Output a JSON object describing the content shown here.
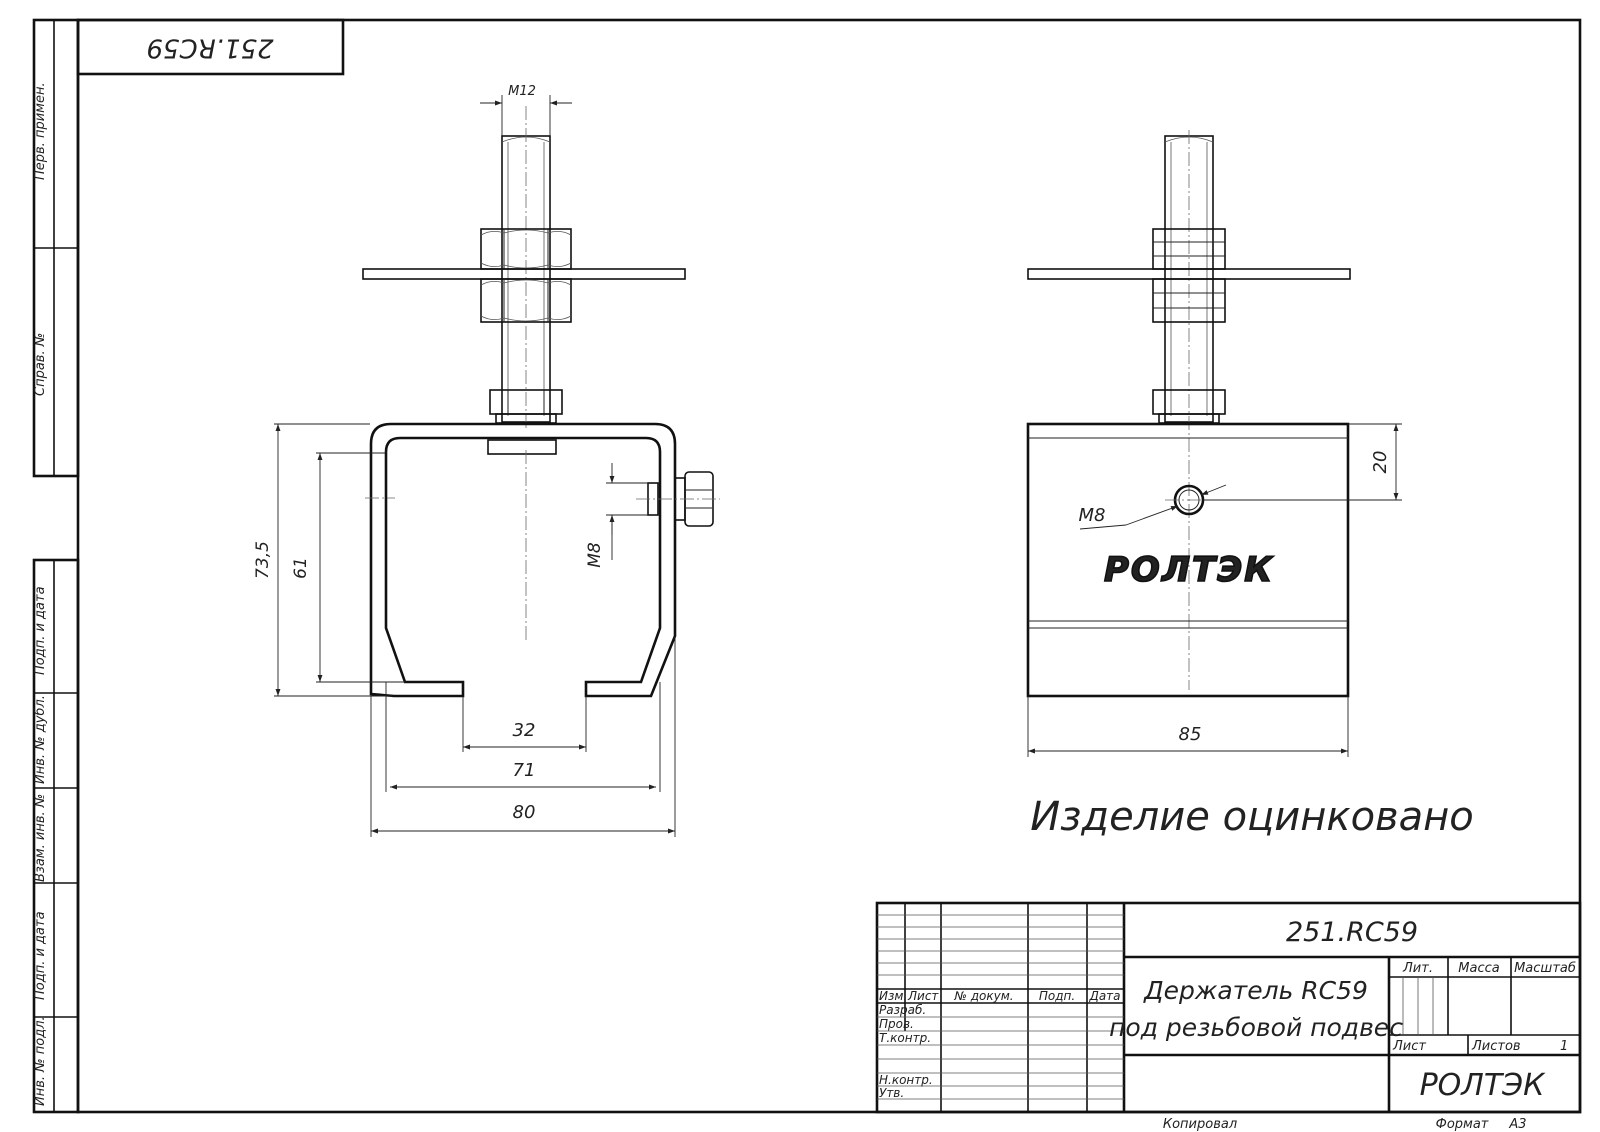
{
  "drawing": {
    "code_top": "251.RC59",
    "code_rotated": "251.RC59",
    "dimensions": {
      "thread": "M12",
      "height_total": "73,5",
      "height_inner": "61",
      "bolt": "M8",
      "gap": "32",
      "inner_width": "71",
      "outer_width": "80",
      "depth": "85",
      "hole_offset": "20",
      "hole_label": "M8"
    },
    "logo_text": "РОЛТЭК",
    "note": "Изделие оцинковано"
  },
  "side_strip": {
    "upper": [
      "Перв. примен.",
      "Справ. №"
    ],
    "lower": [
      "Подп. и дата",
      "Инв. № дубл.",
      "Взам. инв. №",
      "Подп. и дата",
      "Инв. № подл."
    ]
  },
  "title_block": {
    "doc_code": "251.RC59",
    "title_line1": "Держатель RC59",
    "title_line2": "под резьбовой подвес",
    "col_headers": [
      "Изм.",
      "Лист",
      "№ докум.",
      "Подп.",
      "Дата"
    ],
    "roles": [
      "Разраб.",
      "Пров.",
      "Т.контр.",
      "",
      "Н.контр.",
      "Утв."
    ],
    "lit": "Лит.",
    "mass": "Масса",
    "scale": "Масштаб",
    "sheet": "Лист",
    "sheets": "Листов",
    "sheets_count": "1",
    "company": "РОЛТЭК",
    "copied": "Копировал",
    "format": "Формат",
    "format_value": "А3"
  }
}
